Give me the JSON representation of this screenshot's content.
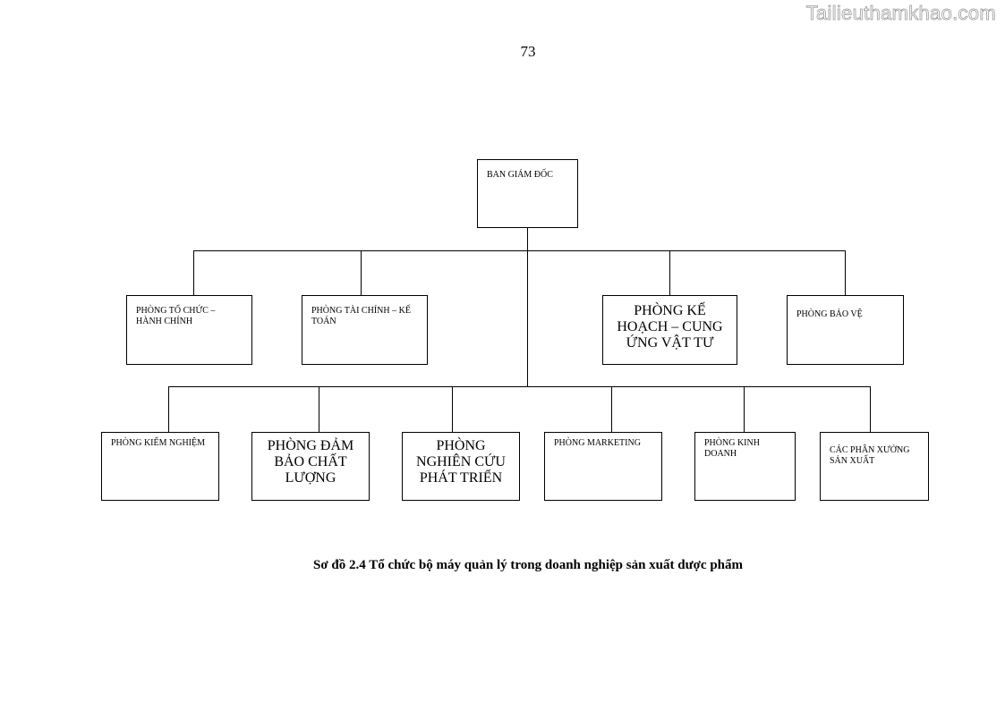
{
  "watermark": "Tailieuthamkhao.com",
  "page_number": "73",
  "org_chart": {
    "root": "BAN GIÁM ĐỐC",
    "level1": [
      "PHÒNG TỔ CHỨC – HÀNH CHÍNH",
      "PHÒNG TÀI CHÍNH – KẾ TOÁN",
      "PHÒNG KẾ HOẠCH – CUNG ỨNG VẬT TƯ",
      "PHÒNG BẢO VỆ"
    ],
    "level2": [
      "PHÒNG KIỂM NGHIỆM",
      "PHÒNG ĐẢM BẢO CHẤT LƯỢNG",
      "PHÒNG NGHIÊN CỨU PHÁT TRIỂN",
      "PHÒNG MARKETING",
      "PHÒNG KINH DOANH",
      "CÁC PHÂN XƯỞNG SẢN XUẤT"
    ]
  },
  "caption": "Sơ đồ 2.4 Tổ chức bộ máy quản lý trong doanh nghiệp sản xuất dược phẩm"
}
